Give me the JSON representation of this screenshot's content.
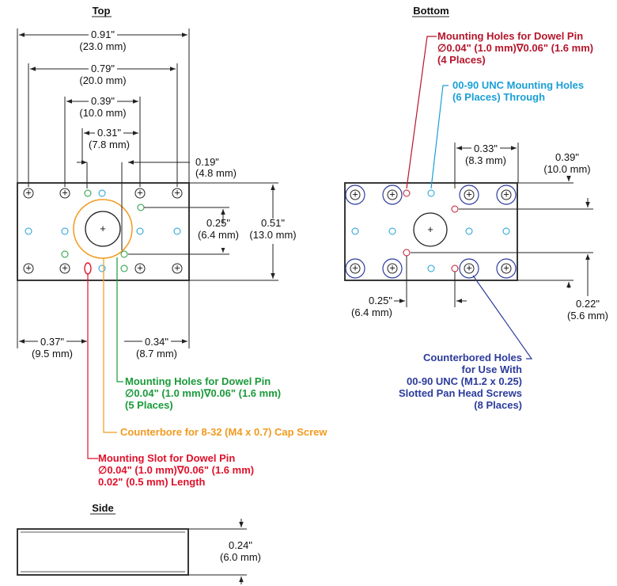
{
  "views": {
    "top": "Top",
    "bottom": "Bottom",
    "side": "Side"
  },
  "dims": {
    "d091_in": "0.91\"",
    "d091_mm": "(23.0 mm)",
    "d079_in": "0.79\"",
    "d079_mm": "(20.0 mm)",
    "d039_in": "0.39\"",
    "d039_mm": "(10.0 mm)",
    "d031_in": "0.31\"",
    "d031_mm": "(7.8 mm)",
    "d019_in": "0.19\"",
    "d019_mm": "(4.8 mm)",
    "d025_in": "0.25\"",
    "d025_mm": "(6.4 mm)",
    "d051_in": "0.51\"",
    "d051_mm": "(13.0 mm)",
    "d037_in": "0.37\"",
    "d037_mm": "(9.5 mm)",
    "d034_in": "0.34\"",
    "d034_mm": "(8.7 mm)",
    "b033_in": "0.33\"",
    "b033_mm": "(8.3 mm)",
    "b039_in": "0.39\"",
    "b039_mm": "(10.0 mm)",
    "b025_in": "0.25\"",
    "b025_mm": "(6.4 mm)",
    "b022_in": "0.22\"",
    "b022_mm": "(5.6 mm)",
    "s024_in": "0.24\"",
    "s024_mm": "(6.0 mm)"
  },
  "callouts": {
    "green": [
      "Mounting Holes for Dowel Pin",
      "∅0.04\" (1.0 mm)∇0.06\" (1.6 mm)",
      "(5 Places)"
    ],
    "orange": [
      "Counterbore for 8-32 (M4 x 0.7) Cap Screw"
    ],
    "redslot": [
      "Mounting Slot for Dowel Pin",
      "∅0.04\" (1.0 mm)∇0.06\" (1.6 mm)",
      "0.02\" (0.5 mm) Length"
    ],
    "darkred": [
      "Mounting Holes for Dowel Pin",
      "∅0.04\" (1.0 mm)∇0.06\" (1.6 mm)",
      "(4 Places)"
    ],
    "cyan": [
      "00-90 UNC Mounting Holes",
      "(6 Places) Through"
    ],
    "blue": [
      "Counterbored Holes",
      "for Use With",
      "00-90 UNC (M1.2 x 0.25)",
      "Slotted Pan Head Screws",
      "(8 Places)"
    ]
  },
  "colors": {
    "green": "#1a9a3a",
    "orange": "#f29a1f",
    "red": "#e0102a",
    "darkred": "#b5152b",
    "cyan": "#1a9fd6",
    "blue": "#2c3b9c"
  }
}
